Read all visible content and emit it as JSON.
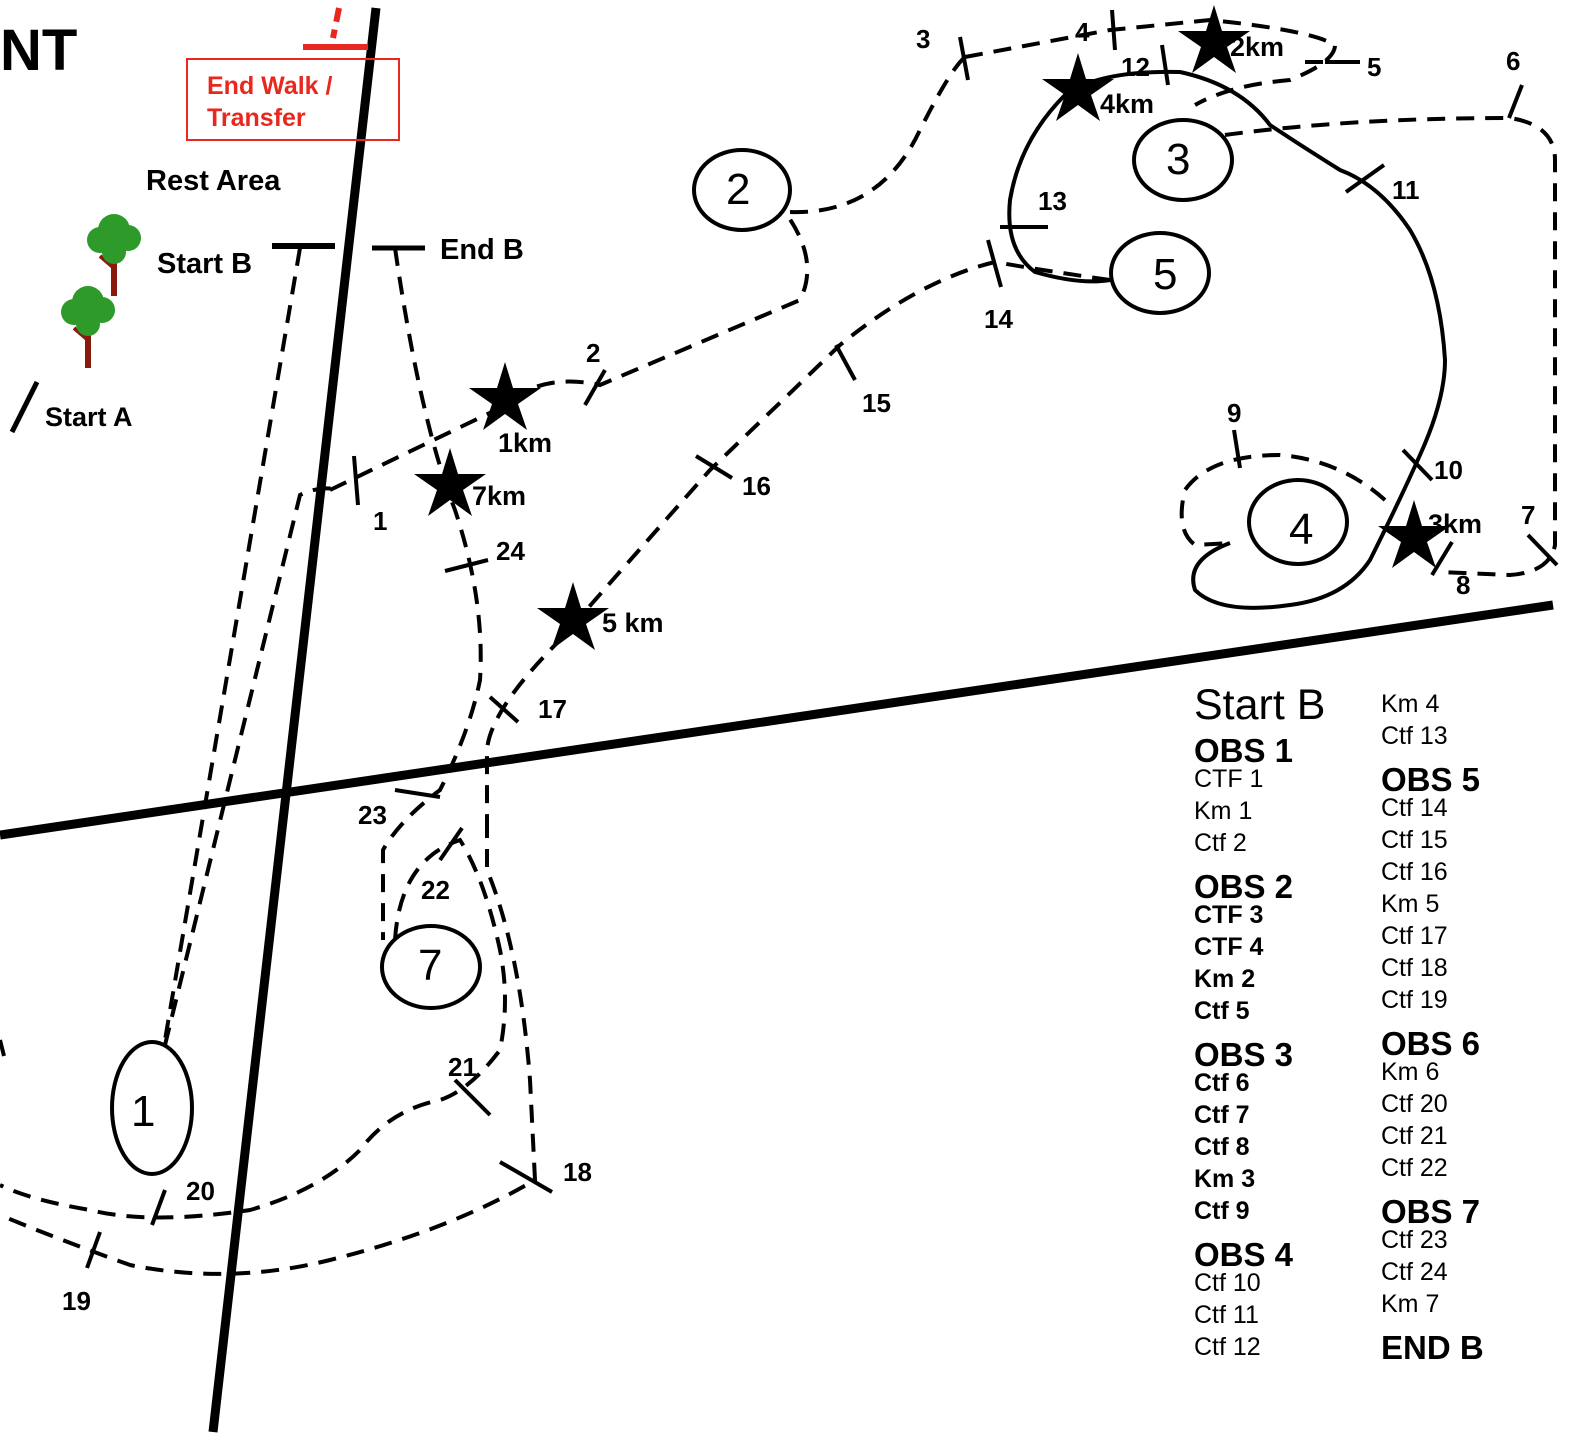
{
  "title_fragment": "NT",
  "end_walk": {
    "line1": "End Walk /",
    "line2": "Transfer"
  },
  "places": {
    "rest_area": "Rest Area",
    "start_b": "Start B",
    "end_b": "End B",
    "start_a": "Start A"
  },
  "obstacles": [
    "1",
    "2",
    "3",
    "4",
    "5",
    "7"
  ],
  "checkpoints": [
    "1",
    "2",
    "3",
    "4",
    "5",
    "6",
    "7",
    "8",
    "9",
    "10",
    "11",
    "12",
    "13",
    "14",
    "15",
    "16",
    "17",
    "18",
    "19",
    "20",
    "21",
    "22",
    "23",
    "24"
  ],
  "km_markers": [
    "1km",
    "2km",
    "3km",
    "4km",
    "5 km",
    "7km"
  ],
  "legend": {
    "heading": "Start B",
    "col1": [
      {
        "text": "OBS 1",
        "style": "b"
      },
      {
        "text": "CTF 1",
        "style": "n"
      },
      {
        "text": "Km 1",
        "style": "n"
      },
      {
        "text": "Ctf 2",
        "style": "n"
      },
      {
        "text": "OBS 2",
        "style": "b"
      },
      {
        "text": "CTF 3",
        "style": "nb"
      },
      {
        "text": "CTF 4",
        "style": "nb"
      },
      {
        "text": "Km 2",
        "style": "nb"
      },
      {
        "text": "Ctf 5",
        "style": "nb"
      },
      {
        "text": "OBS  3",
        "style": "b"
      },
      {
        "text": "Ctf 6",
        "style": "nb"
      },
      {
        "text": "Ctf 7",
        "style": "nb"
      },
      {
        "text": "Ctf 8",
        "style": "nb"
      },
      {
        "text": "Km 3",
        "style": "nb"
      },
      {
        "text": "Ctf 9",
        "style": "nb"
      },
      {
        "text": "OBS 4",
        "style": "b"
      },
      {
        "text": "Ctf  10",
        "style": "n"
      },
      {
        "text": "Ctf 11",
        "style": "n"
      },
      {
        "text": "Ctf 12",
        "style": "n"
      }
    ],
    "col2": [
      {
        "text": "Km 4",
        "style": "n"
      },
      {
        "text": "Ctf 13",
        "style": "n"
      },
      {
        "text": "OBS 5",
        "style": "b"
      },
      {
        "text": "Ctf 14",
        "style": "n"
      },
      {
        "text": "Ctf 15",
        "style": "n"
      },
      {
        "text": "Ctf 16",
        "style": "n"
      },
      {
        "text": "Km 5",
        "style": "n"
      },
      {
        "text": "Ctf 17",
        "style": "n"
      },
      {
        "text": "Ctf 18",
        "style": "n"
      },
      {
        "text": "Ctf 19",
        "style": "n"
      },
      {
        "text": "OBS 6",
        "style": "b"
      },
      {
        "text": "Km 6",
        "style": "n"
      },
      {
        "text": "Ctf 20",
        "style": "n"
      },
      {
        "text": "Ctf 21",
        "style": "n"
      },
      {
        "text": "Ctf 22",
        "style": "n"
      },
      {
        "text": "OBS 7",
        "style": "b"
      },
      {
        "text": "Ctf 23",
        "style": "n"
      },
      {
        "text": "Ctf 24",
        "style": "n"
      },
      {
        "text": "Km 7",
        "style": "n"
      },
      {
        "text": "END B",
        "style": "b"
      }
    ]
  },
  "colors": {
    "accent": "#e8281e",
    "ink": "#000000",
    "tree_green": "#2e9a2a",
    "tree_trunk": "#8b1a0e"
  }
}
